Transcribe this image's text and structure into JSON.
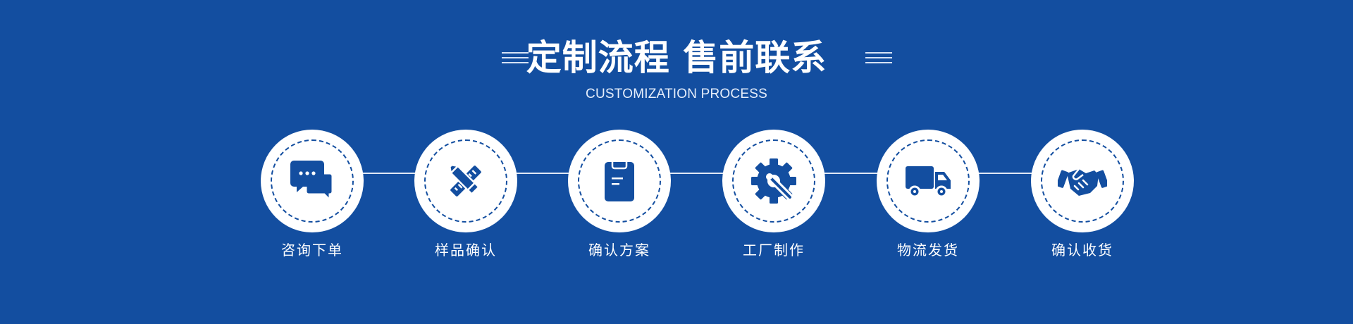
{
  "header": {
    "title": "定制流程 售前联系",
    "subtitle": "CUSTOMIZATION PROCESS"
  },
  "steps": [
    {
      "label": "咨询下单",
      "icon": "chat-bubbles-icon"
    },
    {
      "label": "样品确认",
      "icon": "pencil-ruler-icon"
    },
    {
      "label": "确认方案",
      "icon": "clipboard-icon"
    },
    {
      "label": "工厂制作",
      "icon": "gear-wrench-icon"
    },
    {
      "label": "物流发货",
      "icon": "delivery-truck-icon"
    },
    {
      "label": "确认收货",
      "icon": "handshake-icon"
    }
  ],
  "colors": {
    "background": "#134ea0",
    "circle": "#ffffff",
    "accent": "#134ea0"
  }
}
